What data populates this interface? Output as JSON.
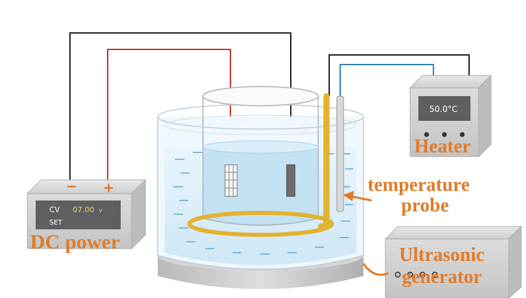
{
  "dc_power": {
    "label": "DC power",
    "minus": "−",
    "plus": "+",
    "mode": "CV",
    "voltage": "07.00",
    "unit": "v",
    "set": "SET"
  },
  "heater": {
    "label": "Heater",
    "display": "50.0°C"
  },
  "probe": {
    "label_line1": "temperature",
    "label_line2": "probe"
  },
  "ultrasonic": {
    "label_line1": "Ultrasonic",
    "label_line2": "generator"
  },
  "colors": {
    "accent_label": "#e07b2a",
    "wire_black": "#222222",
    "wire_red": "#c0392b",
    "wire_blue": "#3a7fb8",
    "coil": "#e3b22e",
    "water": "#d6ecf8"
  }
}
